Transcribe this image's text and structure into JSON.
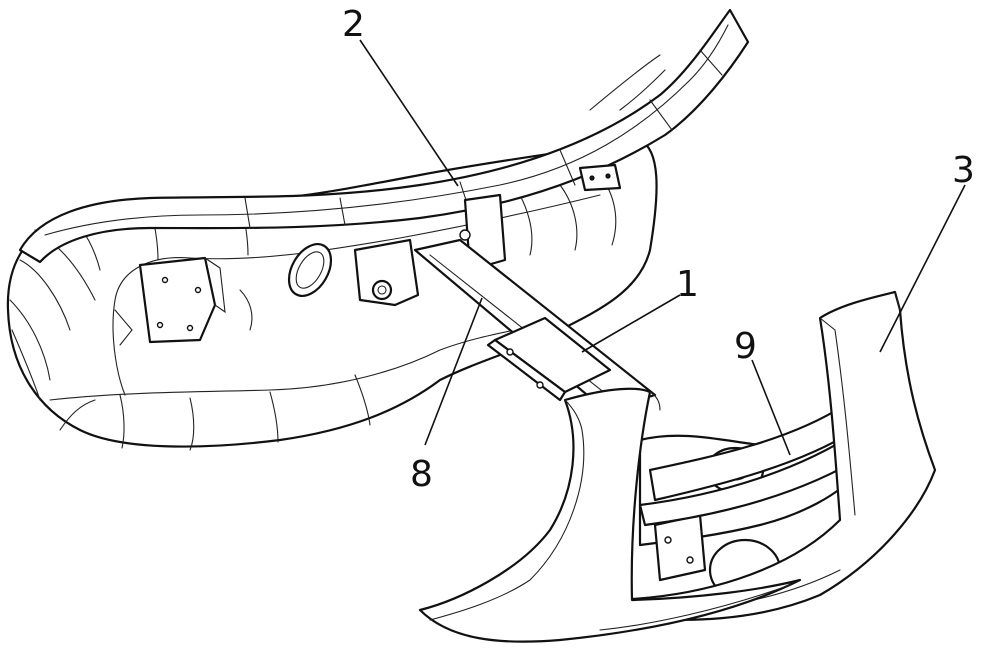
{
  "labels": {
    "part_1": "1",
    "part_2": "2",
    "part_3": "3",
    "part_8": "8",
    "part_9": "9"
  }
}
